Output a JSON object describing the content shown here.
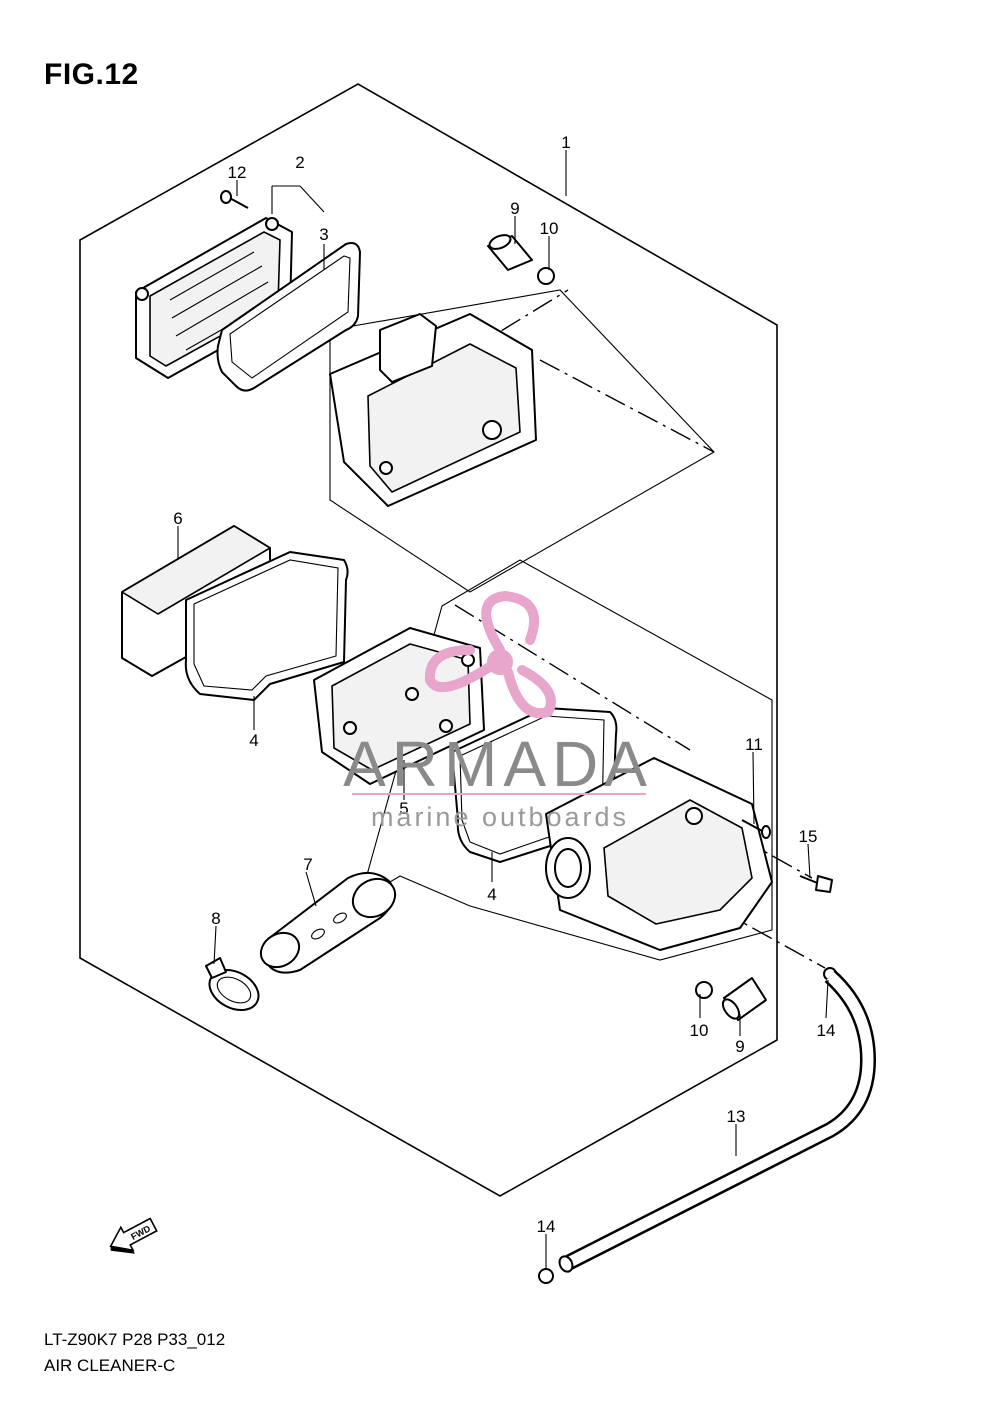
{
  "figure": {
    "title": "FIG.12",
    "model_code": "LT-Z90K7 P28 P33_012",
    "diagram_name": "AIR CLEANER-C"
  },
  "fwd_arrow": {
    "label": "FWD"
  },
  "watermark": {
    "brand": "ARMADA",
    "tagline": "marine outboards",
    "color": "#e9a6cc"
  },
  "callouts": {
    "c1": "1",
    "c2": "2",
    "c3": "3",
    "c4a": "4",
    "c4b": "4",
    "c5": "5",
    "c6": "6",
    "c7": "7",
    "c8": "8",
    "c9a": "9",
    "c9b": "9",
    "c10a": "10",
    "c10b": "10",
    "c11": "11",
    "c12": "12",
    "c13": "13",
    "c14a": "14",
    "c14b": "14",
    "c15": "15"
  }
}
